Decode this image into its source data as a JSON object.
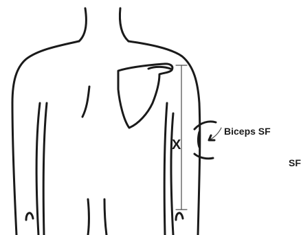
{
  "figure": {
    "biceps_label": "Biceps SF",
    "cropped_label": "SF",
    "site_mark": "X"
  },
  "colors": {
    "ink": "#1a1a1a",
    "background": "#ffffff"
  }
}
